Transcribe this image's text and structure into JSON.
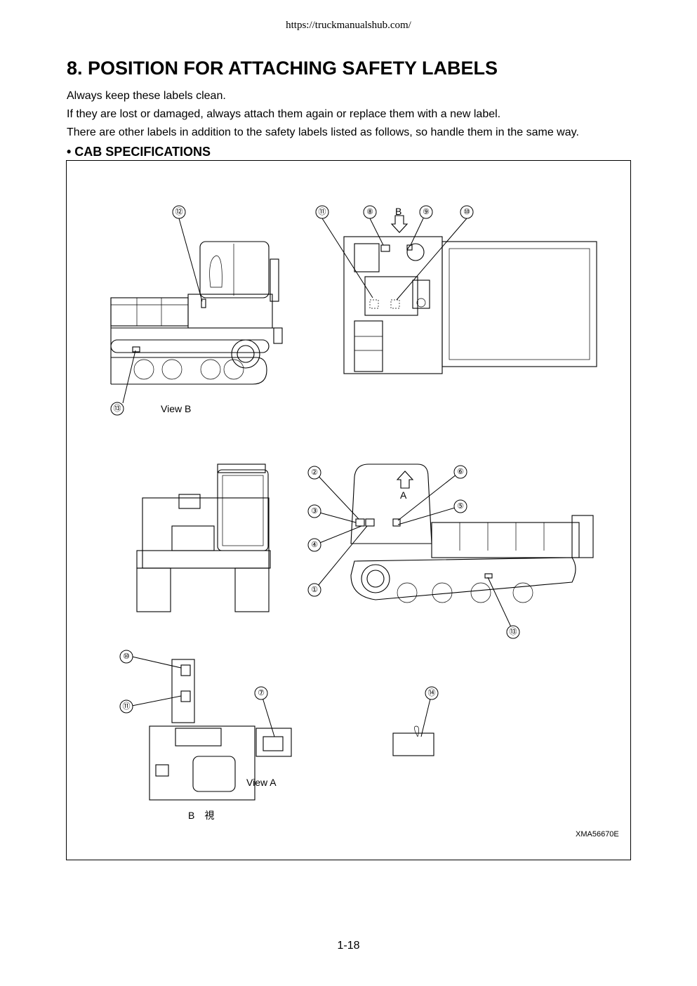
{
  "header": {
    "url": "https://truckmanualshub.com/"
  },
  "title": "8. POSITION FOR ATTACHING SAFETY LABELS",
  "paragraphs": [
    "Always keep these labels clean.",
    "If they are lost or damaged, always attach them again or replace them with a new label.",
    "There are other labels in addition to the safety labels listed as follows, so handle them in the same way."
  ],
  "section_heading": "• CAB SPECIFICATIONS",
  "figure": {
    "labels": {
      "view_b": "View B",
      "view_a": "View A",
      "arrow_b": "B",
      "arrow_a": "A",
      "b_view_jp": "B　視",
      "drawing_code": "XMA56670E"
    },
    "callouts": [
      "①",
      "②",
      "③",
      "④",
      "⑤",
      "⑥",
      "⑦",
      "⑧",
      "⑨",
      "⑩",
      "⑪",
      "⑫",
      "⑬",
      "⑭"
    ]
  },
  "footer": {
    "page_number": "1-18"
  }
}
